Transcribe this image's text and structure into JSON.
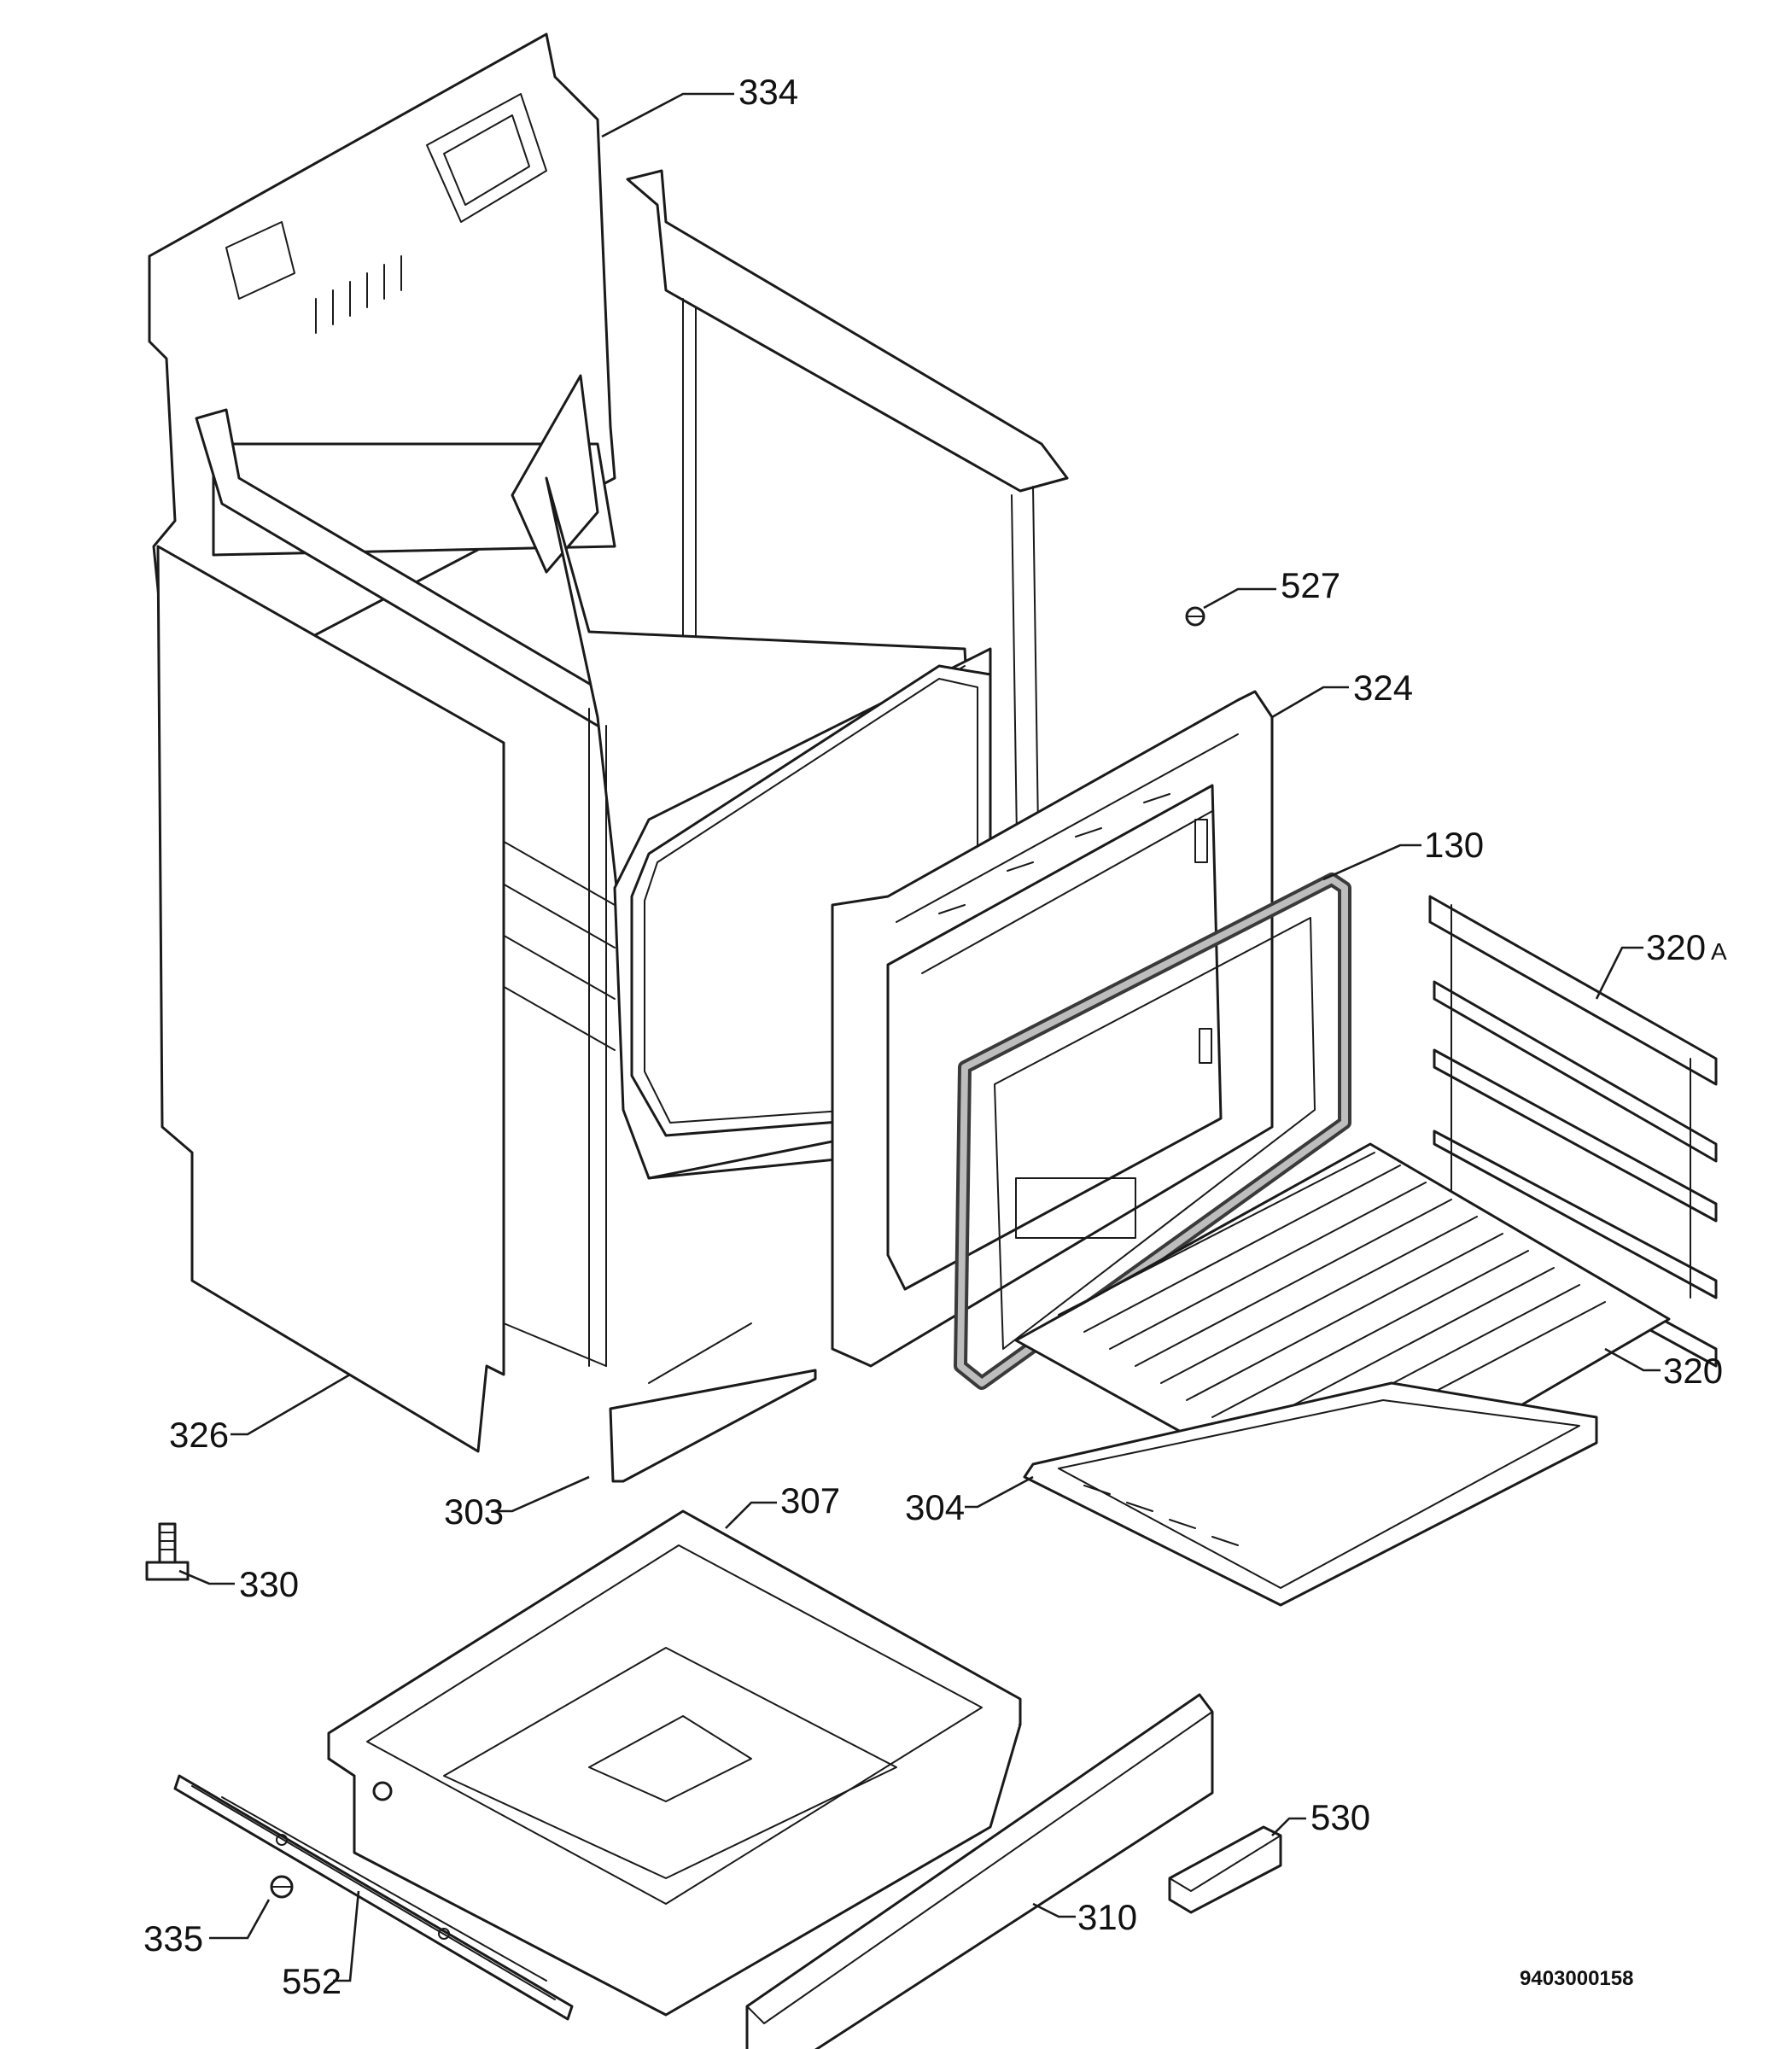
{
  "labels": {
    "p334": "334",
    "p527": "527",
    "p324": "324",
    "p130": "130",
    "p320a": "320",
    "p320a_suffix": "A",
    "p320": "320",
    "p326": "326",
    "p303": "303",
    "p307": "307",
    "p304": "304",
    "p330": "330",
    "p530": "530",
    "p335": "335",
    "p310": "310",
    "p552": "552"
  },
  "document_number": "9403000158"
}
